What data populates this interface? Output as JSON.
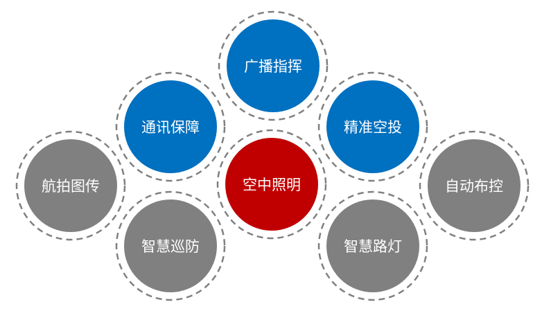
{
  "colors": {
    "blue": "#0070C0",
    "red": "#C00000",
    "gray": "#808080",
    "ring": "#808080"
  },
  "nodes": [
    {
      "label": "广播指挥",
      "color": "blue"
    },
    {
      "label": "通讯保障",
      "color": "blue"
    },
    {
      "label": "精准空投",
      "color": "blue"
    },
    {
      "label": "航拍图传",
      "color": "gray"
    },
    {
      "label": "空中照明",
      "color": "red"
    },
    {
      "label": "自动布控",
      "color": "gray"
    },
    {
      "label": "智慧巡防",
      "color": "gray"
    },
    {
      "label": "智慧路灯",
      "color": "gray"
    }
  ]
}
